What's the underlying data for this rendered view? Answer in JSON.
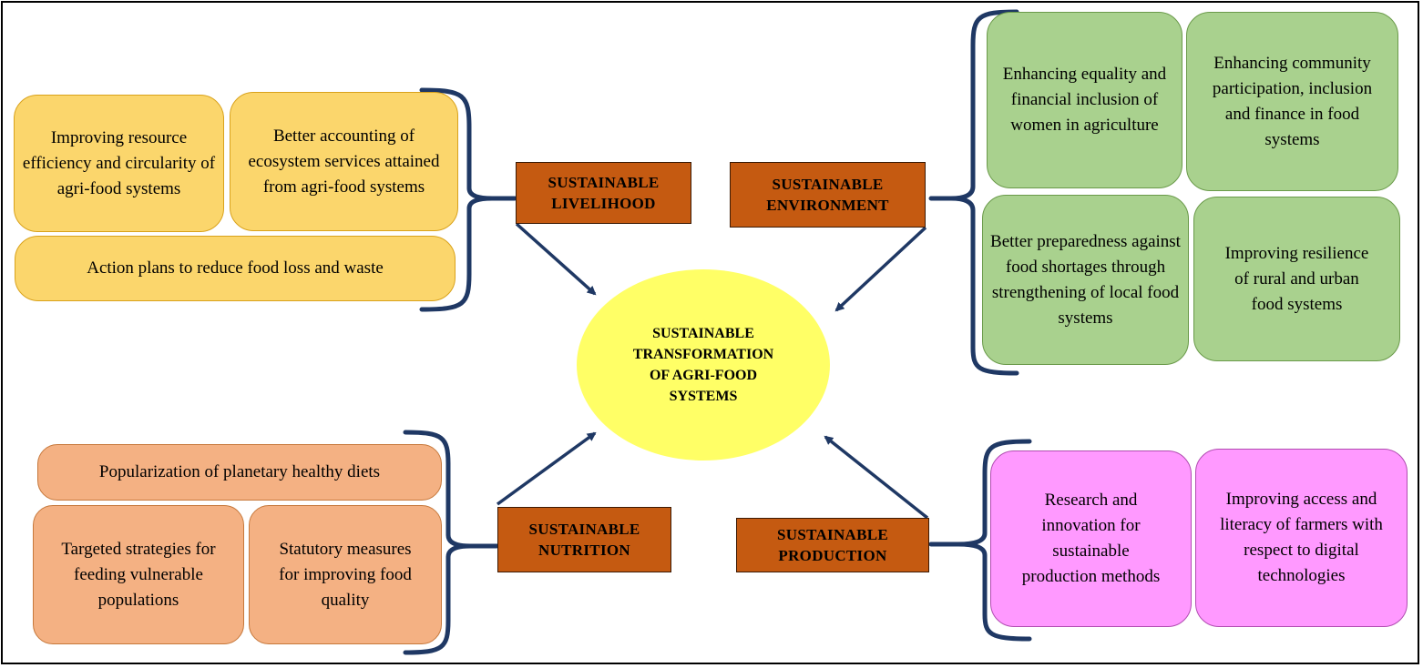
{
  "center": "SUSTAINABLE\nTRANSFORMATION\nOF AGRI-FOOD\nSYSTEMS",
  "themes": {
    "livelihood": "SUSTAINABLE\nLIVELIHOOD",
    "environment": "SUSTAINABLE\nENVIRONMENT",
    "nutrition": "SUSTAINABLE\nNUTRITION",
    "production": "SUSTAINABLE\nPRODUCTION"
  },
  "livelihood_items": [
    "Improving resource efficiency and circularity of agri-food systems",
    "Better accounting of ecosystem services attained from agri-food systems",
    "Action plans to reduce food loss and waste"
  ],
  "environment_items": [
    "Enhancing equality and financial inclusion of women in agriculture",
    "Enhancing community participation, inclusion and finance in food systems",
    "Better preparedness against food shortages through strengthening of local food systems",
    "Improving resilience of rural and urban food systems"
  ],
  "nutrition_items": [
    "Popularization of planetary healthy diets",
    "Targeted strategies for feeding vulnerable populations",
    "Statutory measures for improving food quality"
  ],
  "production_items": [
    "Research and innovation for sustainable production methods",
    "Improving access and literacy of farmers with respect to digital technologies"
  ],
  "colors": {
    "livelihood": "#fbd66c",
    "environment": "#a9d18e",
    "nutrition": "#f4b183",
    "production": "#ff99ff",
    "theme": "#c55a11",
    "center": "#ffff66",
    "connector": "#1f3864"
  }
}
